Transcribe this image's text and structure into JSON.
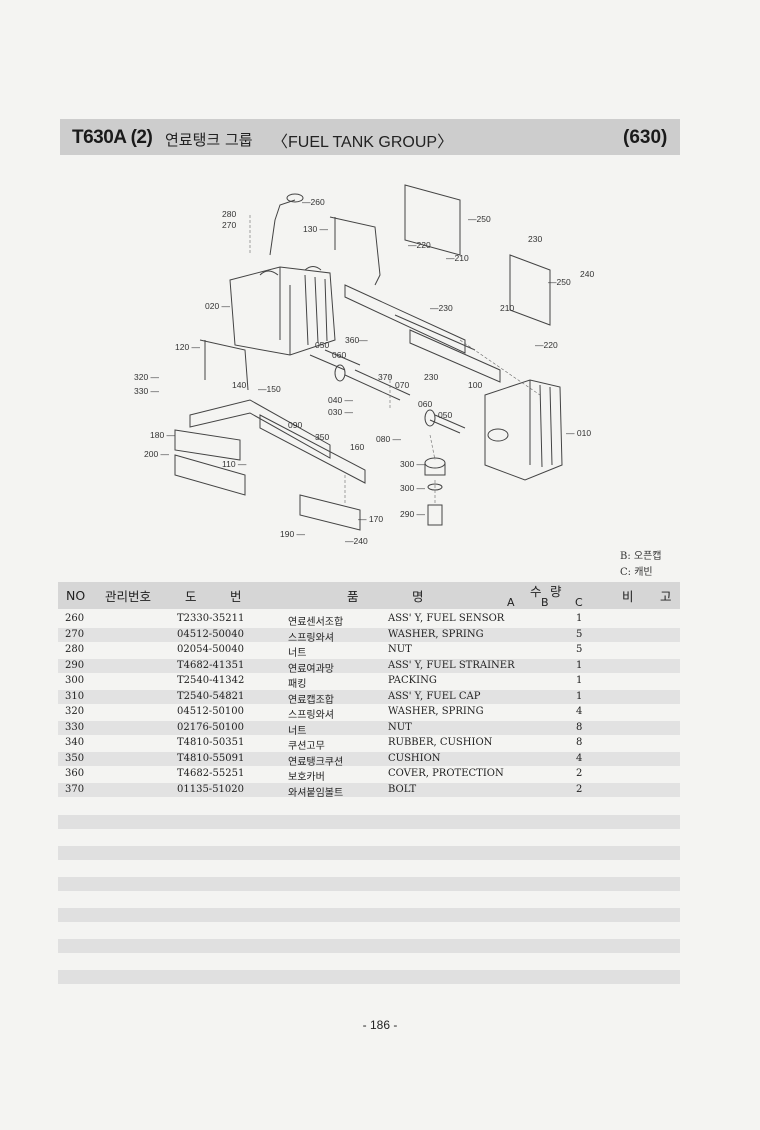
{
  "header": {
    "model": "T630A (2)",
    "korean_title": "연료탱크 그룹",
    "english_title": "〈FUEL TANK GROUP〉",
    "page_code": "(630)"
  },
  "diagram": {
    "callouts": [
      "260",
      "280",
      "270",
      "130",
      "250",
      "220",
      "210",
      "230",
      "240",
      "250",
      "210",
      "220",
      "020",
      "050",
      "060",
      "360",
      "230",
      "370",
      "070",
      "100",
      "120",
      "320",
      "330",
      "140",
      "150",
      "040",
      "030",
      "060",
      "050",
      "090",
      "350",
      "080",
      "010",
      "180",
      "160",
      "200",
      "110",
      "300",
      "300",
      "290",
      "170",
      "190",
      "240"
    ]
  },
  "legend": {
    "line_b": "B: 오픈캡",
    "line_c": "C: 캐빈"
  },
  "table": {
    "headers": {
      "no": "NO",
      "mgmt": "관리번호",
      "drawing_1": "도",
      "drawing_2": "번",
      "name_1": "품",
      "name_2": "명",
      "qty_1": "수",
      "qty_2": "량",
      "qty_a": "A",
      "qty_b": "B",
      "qty_c": "C",
      "remark_1": "비",
      "remark_2": "고"
    },
    "rows": [
      {
        "no": "260",
        "code": "T2330-35211",
        "kor": "연료센서조합",
        "eng": "ASS' Y, FUEL SENSOR",
        "qty": "1"
      },
      {
        "no": "270",
        "code": "04512-50040",
        "kor": "스프링와셔",
        "eng": "WASHER, SPRING",
        "qty": "5"
      },
      {
        "no": "280",
        "code": "02054-50040",
        "kor": "너트",
        "eng": "NUT",
        "qty": "5"
      },
      {
        "no": "290",
        "code": "T4682-41351",
        "kor": "연료여과망",
        "eng": "ASS' Y, FUEL STRAINER",
        "qty": "1"
      },
      {
        "no": "300",
        "code": "T2540-41342",
        "kor": "패킹",
        "eng": "PACKING",
        "qty": "1"
      },
      {
        "no": "310",
        "code": "T2540-54821",
        "kor": "연료캡조합",
        "eng": "ASS' Y, FUEL CAP",
        "qty": "1"
      },
      {
        "no": "320",
        "code": "04512-50100",
        "kor": "스프링와셔",
        "eng": "WASHER, SPRING",
        "qty": "4"
      },
      {
        "no": "330",
        "code": "02176-50100",
        "kor": "너트",
        "eng": "NUT",
        "qty": "8"
      },
      {
        "no": "340",
        "code": "T4810-50351",
        "kor": "쿠션고무",
        "eng": "RUBBER, CUSHION",
        "qty": "8"
      },
      {
        "no": "350",
        "code": "T4810-55091",
        "kor": "연료탱크쿠션",
        "eng": "CUSHION",
        "qty": "4"
      },
      {
        "no": "360",
        "code": "T4682-55251",
        "kor": "보호카버",
        "eng": "COVER, PROTECTION",
        "qty": "2"
      },
      {
        "no": "370",
        "code": "01135-51020",
        "kor": "와셔붙임볼트",
        "eng": "BOLT",
        "qty": "2"
      }
    ]
  },
  "footer": {
    "page_number": "- 186 -"
  }
}
